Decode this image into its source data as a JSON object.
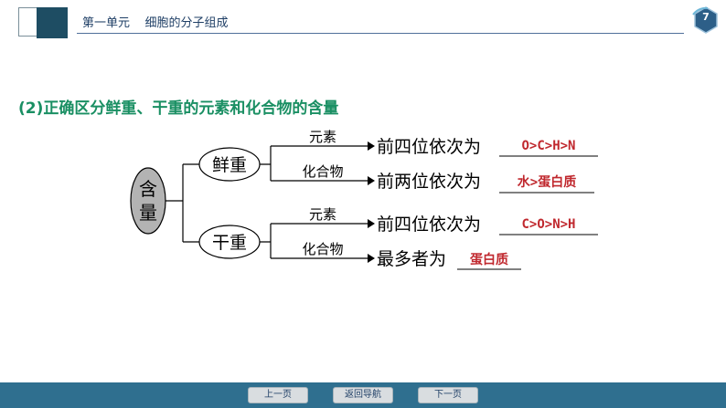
{
  "header": {
    "unit_label": "第一单元",
    "chapter_title": "细胞的分子组成",
    "page_number": "7"
  },
  "section": {
    "title": "(2)正确区分鲜重、干重的元素和化合物的含量"
  },
  "diagram": {
    "root": "含量",
    "fresh": {
      "label": "鲜重",
      "element_branch": "元素",
      "element_stem": "前四位依次为",
      "element_answer": "O>C>H>N",
      "compound_branch": "化合物",
      "compound_stem": "前两位依次为",
      "compound_answer": "水>蛋白质"
    },
    "dry": {
      "label": "干重",
      "element_branch": "元素",
      "element_stem": "前四位依次为",
      "element_answer": "C>O>N>H",
      "compound_branch": "化合物",
      "compound_stem": "最多者为",
      "compound_answer": "蛋白质"
    }
  },
  "nav": {
    "prev": "上一页",
    "home": "返回导航",
    "next": "下一页"
  },
  "colors": {
    "title_green": "#1a8f63",
    "answer_red": "#c0282e",
    "header_navy": "#1e4d63",
    "bottom_bar": "#2f6f8f"
  }
}
